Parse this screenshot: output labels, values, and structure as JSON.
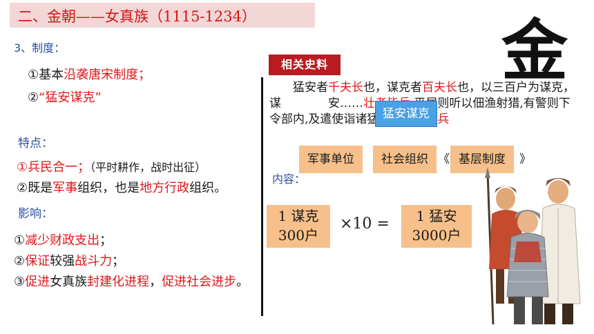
{
  "title": "二、金朝——女真族（1115-1234）",
  "big_char": "金",
  "section3": "3、制度：",
  "system": {
    "item1_prefix": "①基本",
    "item1_red": "沿袭唐宋制度；",
    "item2_prefix": "②",
    "item2_red": "“猛安谋克”"
  },
  "features": {
    "heading": "特点：",
    "f1_red": "①兵民合一；",
    "f1_rest": "（平时耕作，战时出征）",
    "f2_a": "②既是",
    "f2_b": "军事",
    "f2_c": "组织，也是",
    "f2_d": "地方行政",
    "f2_e": "组织。"
  },
  "influence": {
    "heading": "影响：",
    "i1_a": "①",
    "i1_b": "减少财政支出",
    "i1_c": "；",
    "i2_a": "②",
    "i2_b": "保证",
    "i2_c": "较强",
    "i2_d": "战斗力",
    "i2_e": "；",
    "i3_a": "③",
    "i3_b": "促进",
    "i3_c": "女真族",
    "i3_d": "封建化进程",
    "i3_e": "，",
    "i3_f": "促进社会进步",
    "i3_g": "。"
  },
  "source": {
    "tag": "相关史料",
    "p1": "猛安者",
    "p2": "千夫长",
    "p3": "也，谋克者",
    "p4": "百夫长",
    "p5": "也，以三百户为谋克，谋",
    "p6": "安……",
    "p7": "壮者皆兵",
    "p8": ",平居则听以佃渔射猎",
    "p9": ",有警则下令部内,及遣使诣诸猛安、谋克",
    "p10": "征兵",
    "popup": "猛安谋克",
    "box1": "军事单位",
    "box2": "社会组织",
    "box3": "基层制度",
    "tail_a": "《",
    "tail_b": "》"
  },
  "content_label": "内容：",
  "calc": {
    "left_l1": "1 谋克",
    "left_l2": "300户",
    "op": "×10  =",
    "right_l1": "1 猛安",
    "right_l2": "3000户"
  },
  "colors": {
    "accent_red": "#e0161b",
    "orange_box": "#f7c08a",
    "popup_blue": "#4aa1e6",
    "tag_red": "#b81c22"
  }
}
